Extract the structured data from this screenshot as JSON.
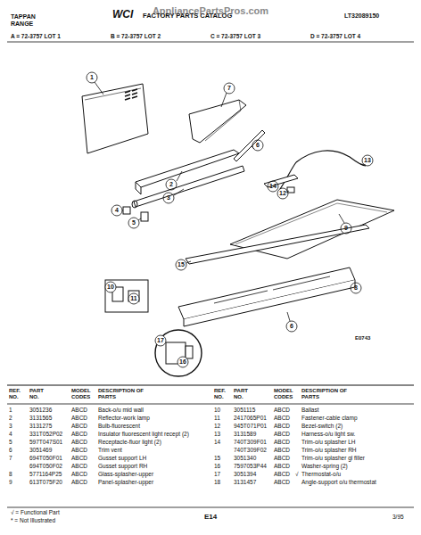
{
  "diagram": {
    "labels": [
      "AppliancePartsPros.com",
      "TAPPAN",
      "RANGE",
      "WCI",
      "FACTORY PARTS CATALOG",
      "LT32089150",
      "A = 72-3757 LOT 1",
      "B = 72-3757 LOT 2",
      "C = 72-3757 LOT 3",
      "D = 72-3757 LOT 4",
      "E0743",
      "1",
      "7",
      "13",
      "6",
      "2",
      "3",
      "14",
      "12",
      "4",
      "5",
      "9",
      "15",
      "10",
      "11",
      "8",
      "6",
      "17",
      "16",
      "REF. NO.",
      "PART NO.",
      "MODEL CODES",
      "DESCRIPTION OF PARTS",
      "REF. NO.",
      "PART NO.",
      "MODEL CODES",
      "DESCRIPTION OF PARTS",
      "1",
      "3051236",
      "ABCD",
      "Back-o/u mid wall",
      "2",
      "3131565",
      "ABCD",
      "Reflector-work lamp",
      "3",
      "3131275",
      "ABCD",
      "Bulb-fluorescent",
      "4",
      "331T052P02",
      "ABCD",
      "Insulator fluorescent light recept (2)",
      "5",
      "597T047S01",
      "ABCD",
      "Receptacle-fluor light (2)",
      "6",
      "3051469",
      "ABCD",
      "Trim vent",
      "7",
      "694T050F01",
      "ABCD",
      "Gusset support LH",
      "694T050F02",
      "ABCD",
      "Gusset support RH",
      "8",
      "5771164P25",
      "ABCD",
      "Glass-splasher-upper",
      "9",
      "613T075F20",
      "ABCD",
      "Panel-splasher-upper",
      "10",
      "3051115",
      "ABCD",
      "Ballast",
      "11",
      "2417065P01",
      "ABCD",
      "Fastener-cable clamp",
      "12",
      "945T071P01",
      "ABCD",
      "Bezel-switch (2)",
      "13",
      "3131589",
      "ABCD",
      "Harness-o/u light sw.",
      "14",
      "740T309F01",
      "ABCD",
      "Trim-o/u splasher LH",
      "740T309F02",
      "ABCD",
      "Trim-o/u splasher RH",
      "15",
      "3051340",
      "ABCD",
      "Trim-o/u splasher gl filler",
      "16",
      "7597053P44",
      "ABCD",
      "Washer-spring (2)",
      "17",
      "3051394",
      "ABCD",
      "√",
      "Thermostat-o/u",
      "18",
      "3131457",
      "ABCD",
      "Angle-support o/u thermostat",
      "√ = Functional Part",
      "* = Not Illustrated",
      "E14",
      "3/95"
    ]
  }
}
